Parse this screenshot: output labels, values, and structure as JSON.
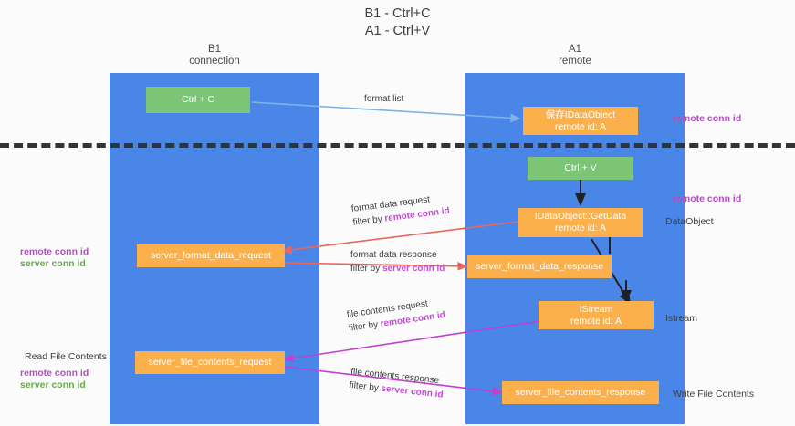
{
  "title": "B1 - Ctrl+C\nA1 - Ctrl+V",
  "columns": [
    {
      "id": "b1",
      "header": "B1\nconnection"
    },
    {
      "id": "a1",
      "header": "A1\nremote"
    }
  ],
  "nodes": [
    {
      "id": "ctrl-c",
      "line1": "Ctrl + C",
      "line2": "",
      "color": "#7cc576"
    },
    {
      "id": "save-idataobject",
      "line1": "保存IDataObject",
      "line2": "remote id: A",
      "color": "#fbb04c"
    },
    {
      "id": "ctrl-v",
      "line1": "Ctrl + V",
      "line2": "",
      "color": "#7cc576"
    },
    {
      "id": "idataobject-getdata",
      "line1": "IDataObject::GetData",
      "line2": "remote id: A",
      "color": "#fbb04c"
    },
    {
      "id": "server-format-data-request",
      "line1": "server_format_data_request",
      "line2": "",
      "color": "#fbb04c"
    },
    {
      "id": "server-format-data-response",
      "line1": "server_format_data_response",
      "line2": "",
      "color": "#fbb04c"
    },
    {
      "id": "istream",
      "line1": "IStream",
      "line2": "remote id: A",
      "color": "#fbb04c"
    },
    {
      "id": "server-file-contents-request",
      "line1": "server_file_contents_request",
      "line2": "",
      "color": "#fbb04c"
    },
    {
      "id": "server-file-contents-response",
      "line1": "server_file_contents_response",
      "line2": "",
      "color": "#fbb04c"
    }
  ],
  "edge_labels": {
    "format_list": "format list",
    "format_data_request": "format data request",
    "format_data_request_filter_prefix": "filter by ",
    "format_data_request_filter_value": "remote conn id",
    "format_data_response": "format data response",
    "format_data_response_filter_prefix": "filter by ",
    "format_data_response_filter_value": "server conn id",
    "file_contents_request": "file contents request",
    "file_contents_request_filter_prefix": "filter by ",
    "file_contents_request_filter_value": "remote conn id",
    "file_contents_response": "file contents response",
    "file_contents_response_filter_prefix": "filter by ",
    "file_contents_response_filter_value": "server conn id"
  },
  "annotations": {
    "right_remote_conn_id_top": "remote conn id",
    "right_remote_conn_id_mid": "remote conn id",
    "right_dataobject": "DataObject",
    "right_istream": "Istream",
    "right_write_file_contents": "Write File Contents",
    "left_remote_conn_id": "remote conn id",
    "left_server_conn_id": "server conn id",
    "left_read_file_contents": "Read File Contents",
    "left_remote_conn_id_2": "remote conn id",
    "left_server_conn_id_2": "server conn id"
  },
  "colors": {
    "lane": "#4a86e8",
    "green_node": "#7cc576",
    "orange_node": "#fbb04c",
    "remote_conn_id": "#b24fc0",
    "server_conn_id": "#6aa84f",
    "arrow_blue": "#7fb3e8",
    "arrow_red": "#e8665e",
    "arrow_magenta": "#c23fd0",
    "arrow_black": "#202124",
    "divider": "#333333",
    "background": "#fbfbfb"
  }
}
